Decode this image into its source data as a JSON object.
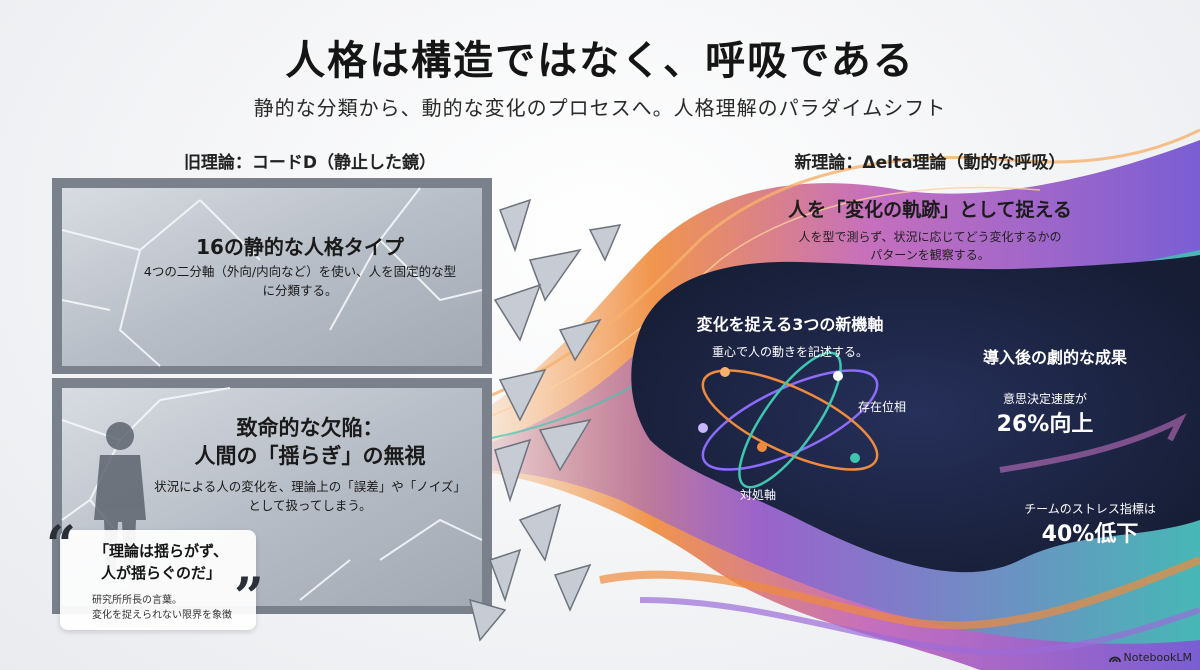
{
  "title": "人格は構造ではなく、呼吸である",
  "subtitle": "静的な分類から、動的な変化のプロセスへ。人格理解のパラダイムシフト",
  "old_theory": {
    "heading": "旧理論：コードD（静止した鏡）",
    "panel1": {
      "title": "16の静的な人格タイプ",
      "body": "4つの二分軸（外向/内向など）を使い、人を固定的な型に分類する。"
    },
    "panel2": {
      "title_line1": "致命的な欠陥：",
      "title_line2": "人間の「揺らぎ」の無視",
      "body": "状況による人の変化を、理論上の「誤差」や「ノイズ」として扱ってしまう。"
    },
    "quote": {
      "line1": "「理論は揺らがず、",
      "line2": "人が揺らぐのだ」",
      "attribution_line1": "研究所所長の言葉。",
      "attribution_line2": "変化を捉えられない限界を象徴"
    },
    "quote_open_mark": "“",
    "quote_close_mark": "”"
  },
  "new_theory": {
    "heading": "新理論：Δelta理論（動的な呼吸）",
    "banner_title": "人を「変化の軌跡」として捉える",
    "banner_body_line1": "人を型で測らず、状況に応じてどう変化するかの",
    "banner_body_line2": "パターンを観察する。",
    "axes_title": "変化を捉える3つの新機軸",
    "axes_subtitle": "重心で人の動きを記述する。",
    "axis_existence": "存在位相",
    "axis_coping": "対処軸",
    "results_title": "導入後の劇的な成果",
    "result1_label": "意思決定速度が",
    "result1_value": "26%向上",
    "result2_label": "チームのストレス指標は",
    "result2_value": "40%低下"
  },
  "brand": {
    "name": "NotebookLM",
    "icon": "notebooklm-logo-icon"
  },
  "colors": {
    "dark_navy": "#1b2540",
    "orange": "#f08a3c",
    "purple": "#8c5cd6",
    "teal": "#3ec7b0",
    "glass": "#b9bec6"
  }
}
